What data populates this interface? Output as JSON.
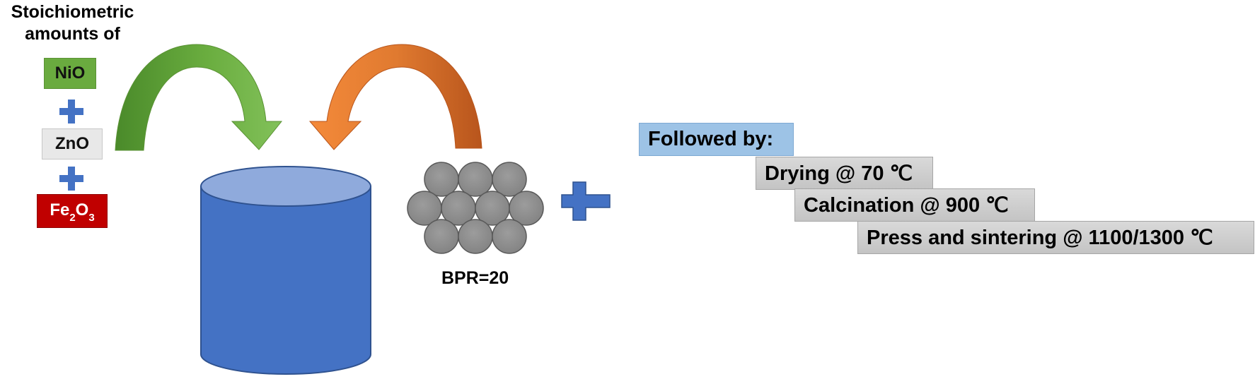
{
  "title_lines": [
    "Stoichiometric",
    "amounts of"
  ],
  "reagents": {
    "nio": "NiO",
    "zno": "ZnO",
    "fe_main": "Fe",
    "fe_sub1": "2",
    "fe_mid": "O",
    "fe_sub2": "3"
  },
  "bpr_label": "BPR=20",
  "followed_by": "Followed by:",
  "steps": [
    "Drying @ 70 ℃",
    "Calcination @ 900 ℃",
    "Press and sintering @ 1100/1300 ℃"
  ],
  "colors": {
    "nio_green": "#6aab3f",
    "fe_red": "#c00000",
    "cylinder_blue": "#4472c4",
    "ball_gray": "#8c8c8c",
    "plus_blue": "#4472c4"
  }
}
